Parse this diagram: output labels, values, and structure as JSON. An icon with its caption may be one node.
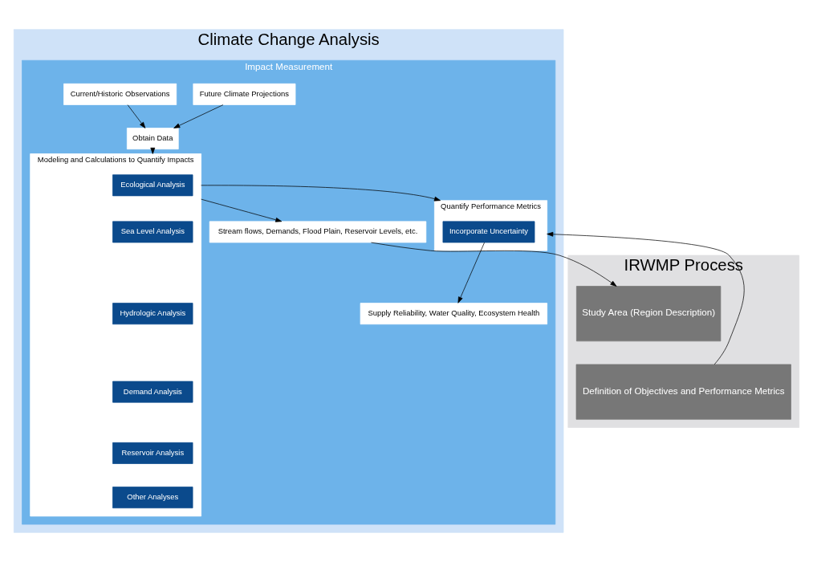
{
  "diagram": {
    "nodes": [
      {
        "text": [
          "Climate Change Analysis"
        ]
      },
      {
        "text": [
          "Impact Measurement"
        ],
        "in": 0
      },
      {
        "text": [
          "Future Climate Projections"
        ],
        "in": 1
      },
      {
        "text": [
          "Obtain Data"
        ],
        "in": 1
      },
      {
        "text": [
          "Current/Historic Observations"
        ],
        "in": 1
      },
      {
        "text": [
          "Modeling and Calculations to Quantify Impacts"
        ],
        "in": 1
      },
      {
        "text": [
          "Ecological Analysis"
        ],
        "in": 5
      },
      {
        "text": [
          "Sea Level Analysis"
        ],
        "in": 5
      },
      {
        "text": [
          "Hydrologic Analysis"
        ],
        "in": 5
      },
      {
        "text": [
          "Demand Analysis"
        ],
        "in": 5
      },
      {
        "text": [
          "Reservoir Analysis"
        ],
        "in": 5
      },
      {
        "text": [
          "Other Analyses"
        ],
        "in": 5
      },
      {
        "text": [
          "Stream flows, Demands, Flood Plain, Reservoir Levels, etc."
        ],
        "in": 1
      },
      {
        "text": [
          "Quantify Performance Metrics"
        ],
        "in": 1
      },
      {
        "text": [
          "Incorporate Uncertainty"
        ],
        "in": 13
      },
      {
        "text": [
          "Supply Reliability, Water Quality, Ecosystem Health"
        ],
        "in": 1
      },
      {
        "text": [
          "IRWMP Process"
        ]
      },
      {
        "text": [
          "Study Area (Region Description)"
        ],
        "in": 16
      },
      {
        "text": [
          "Definition of Objectives and Performance Metrics"
        ],
        "in": 16
      }
    ],
    "edges": [
      {
        "from": 2,
        "to": 3,
        "arrow": "to"
      },
      {
        "from": 4,
        "to": 3,
        "arrow": "to"
      },
      {
        "from": 3,
        "to": 5,
        "arrow": "to"
      },
      {
        "from": 5,
        "to": 12,
        "arrow": "to"
      },
      {
        "from": 5,
        "to": 13,
        "arrow": "to"
      },
      {
        "from": 12,
        "to": 17,
        "arrow": "to"
      },
      {
        "from": 18,
        "to": 13,
        "arrow": "to"
      },
      {
        "from": 14,
        "to": 15,
        "arrow": "to"
      }
    ]
  }
}
